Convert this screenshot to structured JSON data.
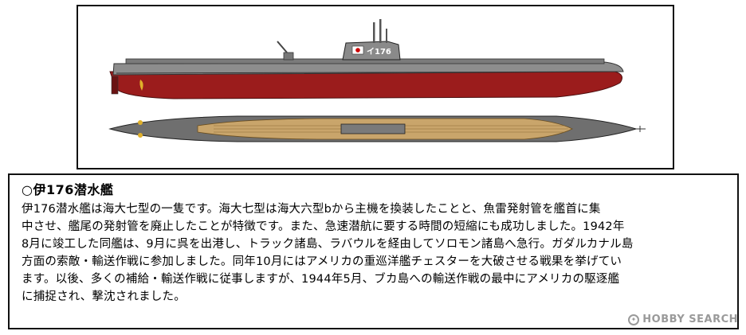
{
  "illustration": {
    "hull_number": "イ176"
  },
  "description": {
    "title": "○伊176潜水艦",
    "lines": [
      "伊176潜水艦は海大七型の一隻です。海大七型は海大六型bから主機を換装したことと、魚雷発射管を艦首に集",
      "中させ、艦尾の発射管を廃止したことが特徴です。また、急速潜航に要する時間の短縮にも成功しました。1942年",
      "8月に竣工した同艦は、9月に呉を出港し、トラック諸島、ラバウルを経由してソロモン諸島へ急行。ガダルカナル島",
      "方面の索敵・輸送作戦に参加しました。同年10月にはアメリカの重巡洋艦チェスターを大破させる戦果を挙げてい",
      "ます。以後、多くの補給・輸送作戦に従事しますが、1944年5月、ブカ島への輸送作戦の最中にアメリカの駆逐艦",
      "に捕捉され、撃沈されました。"
    ]
  },
  "watermark": {
    "text": "HOBBY SEARCH"
  },
  "colors": {
    "hull_upper": "#8a8a8a",
    "hull_lower": "#9b1c1c",
    "deck": "#c9a56b",
    "frame": "#111111"
  }
}
